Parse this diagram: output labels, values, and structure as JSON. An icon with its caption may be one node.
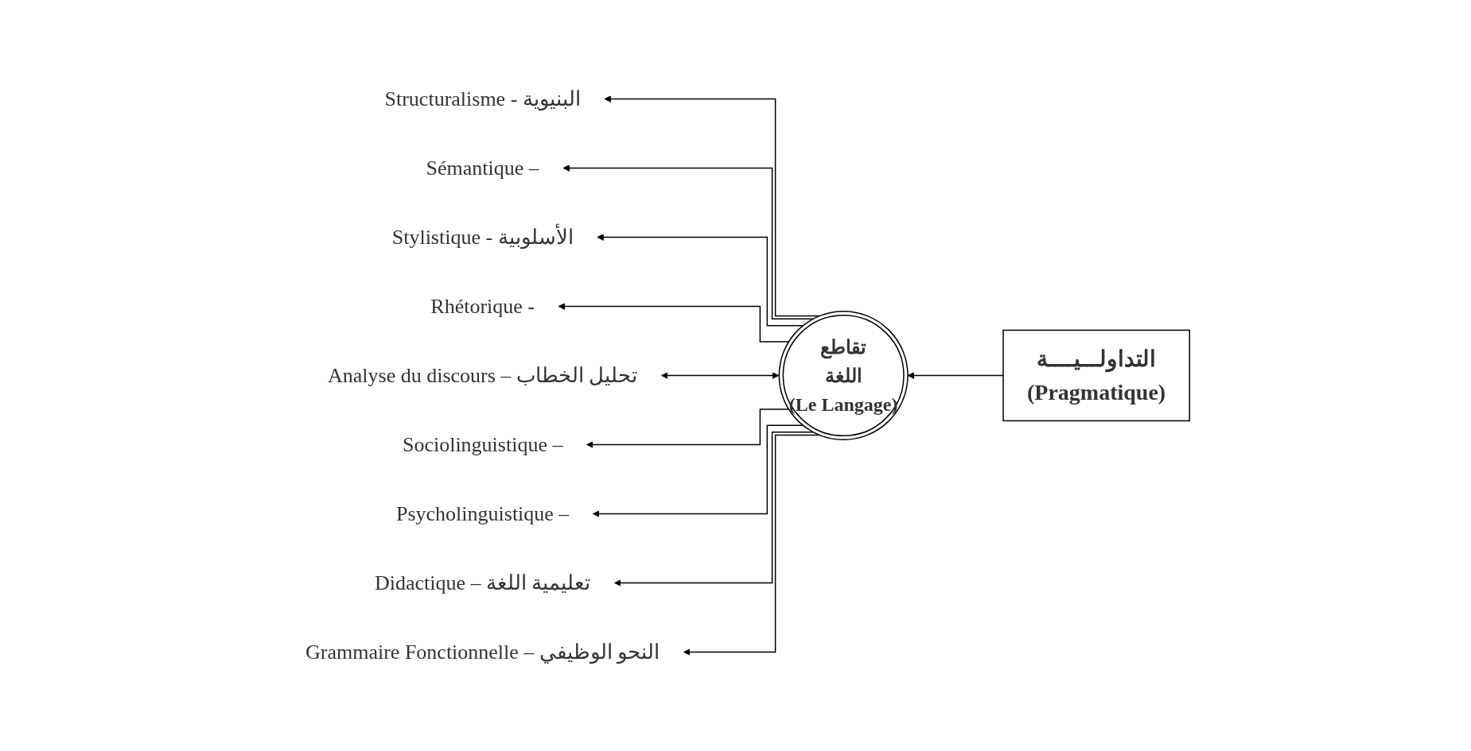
{
  "diagram": {
    "nodes": [
      {
        "text": [
          "Structuralisme - البنيوية"
        ]
      },
      {
        "text": [
          "Sémantique –"
        ]
      },
      {
        "text": [
          "Stylistique - الأسلوبية"
        ]
      },
      {
        "text": [
          "Rhétorique -"
        ]
      },
      {
        "text": [
          "Analyse du discours – تحليل الخطاب"
        ]
      },
      {
        "text": [
          "Sociolinguistique –"
        ]
      },
      {
        "text": [
          "Psycholinguistique –"
        ]
      },
      {
        "text": [
          "Didactique – تعليمية اللغة"
        ]
      },
      {
        "text": [
          "Grammaire Fonctionnelle – النحو الوظيفي"
        ]
      },
      {
        "text": [
          "تقاطع",
          "اللغة",
          "(Le Langage)"
        ]
      },
      {
        "text": [
          "التداولـــيــــة",
          "(Pragmatique)"
        ]
      }
    ],
    "edges": [
      {
        "from": 9,
        "to": 0,
        "arrow": "to"
      },
      {
        "from": 9,
        "to": 1,
        "arrow": "to"
      },
      {
        "from": 9,
        "to": 2,
        "arrow": "to"
      },
      {
        "from": 9,
        "to": 3,
        "arrow": "to"
      },
      {
        "from": 9,
        "to": 4,
        "arrow": "both"
      },
      {
        "from": 9,
        "to": 5,
        "arrow": "to"
      },
      {
        "from": 9,
        "to": 6,
        "arrow": "to"
      },
      {
        "from": 9,
        "to": 7,
        "arrow": "to"
      },
      {
        "from": 9,
        "to": 8,
        "arrow": "to"
      },
      {
        "from": 10,
        "to": 9,
        "arrow": "to"
      }
    ]
  }
}
